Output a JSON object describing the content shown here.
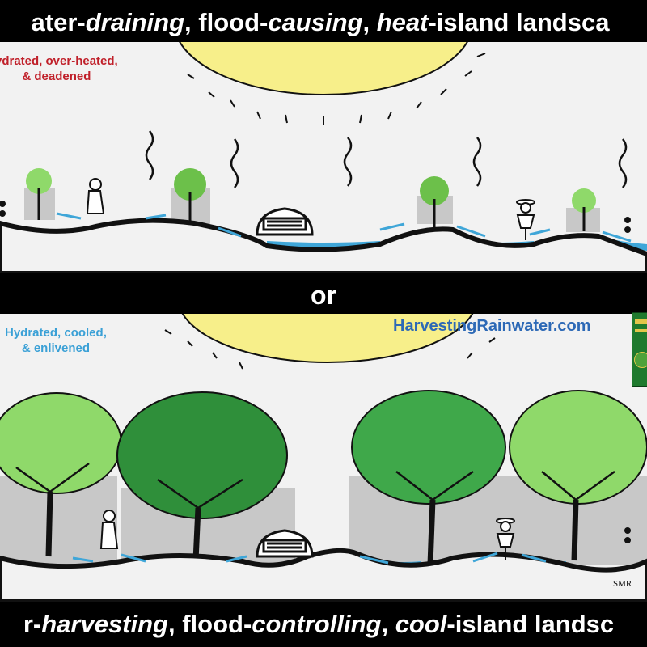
{
  "top_banner": {
    "text_1": "ater-",
    "text_2": "draining",
    "text_3": ", flood-",
    "text_4": "causing",
    "text_5": ", ",
    "text_6": "heat",
    "text_7": "-island landsca"
  },
  "top_panel": {
    "note": [
      "ydrated, over-heated,",
      "& deadened"
    ],
    "note_color": "#c0202a"
  },
  "divider": {
    "label": "or"
  },
  "bottom_panel": {
    "note": [
      "Hydrated, cooled,",
      "& enlivened"
    ],
    "note_color": "#3aa0d6",
    "website": "HarvestingRainwater.com",
    "signature": "SMR"
  },
  "bottom_banner": {
    "text_1": "r-",
    "text_2": "harvesting",
    "text_3": ", flood-",
    "text_4": "controlling",
    "text_5": ", ",
    "text_6": "cool",
    "text_7": "-island landsc"
  },
  "colors": {
    "sun": "#f7ef8a",
    "water": "#3fa6d8",
    "wall": "#c8c8c8",
    "tree_light": "#8fd96a",
    "tree_dark": "#2f8f3a"
  }
}
